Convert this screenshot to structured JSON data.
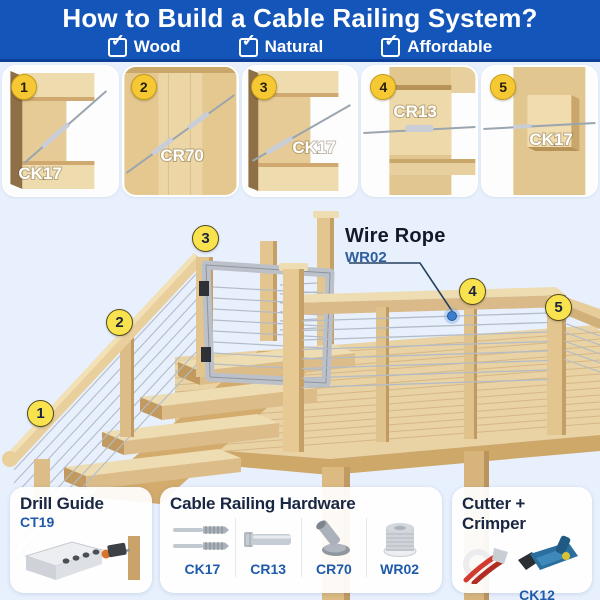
{
  "header": {
    "title": "How to Build a Cable Railing System?",
    "checkmark_glyph": "✓",
    "features": [
      {
        "label": "Wood"
      },
      {
        "label": "Natural"
      },
      {
        "label": "Affordable"
      }
    ]
  },
  "thumbnails": [
    {
      "number": "1",
      "label": "CK17"
    },
    {
      "number": "2",
      "label": "CR70"
    },
    {
      "number": "3",
      "label": "CK17"
    },
    {
      "number": "4",
      "label": "CR13"
    },
    {
      "number": "5",
      "label": "CK17"
    }
  ],
  "diagram": {
    "callouts": [
      {
        "number": "1"
      },
      {
        "number": "2"
      },
      {
        "number": "3"
      },
      {
        "number": "4"
      },
      {
        "number": "5"
      }
    ],
    "wire_rope": {
      "title": "Wire Rope",
      "code": "WR02"
    }
  },
  "panels": {
    "drill_guide": {
      "title": "Drill Guide",
      "code": "CT19"
    },
    "hardware": {
      "title": "Cable Railing Hardware",
      "items": [
        {
          "code": "CK17",
          "icon": "swage-lag-screws-icon"
        },
        {
          "code": "CR13",
          "icon": "swage-stud-icon"
        },
        {
          "code": "CR70",
          "icon": "angle-washer-icon"
        },
        {
          "code": "WR02",
          "icon": "wire-rope-spool-icon"
        }
      ]
    },
    "cutter_crimper": {
      "title": "Cutter + Crimper",
      "code": "CK12"
    }
  },
  "colors": {
    "header_bg": "#1355b8",
    "page_bg": "#e7f0fc",
    "badge_yellow": "#f6c934",
    "callout_yellow": "#f8e24e",
    "code_blue": "#1e5aa9",
    "heading_navy": "#1a2742",
    "wood_light": "#e9d2a4",
    "cable_gray": "#b3bcc6",
    "marker_blue": "#3b7fd4"
  }
}
